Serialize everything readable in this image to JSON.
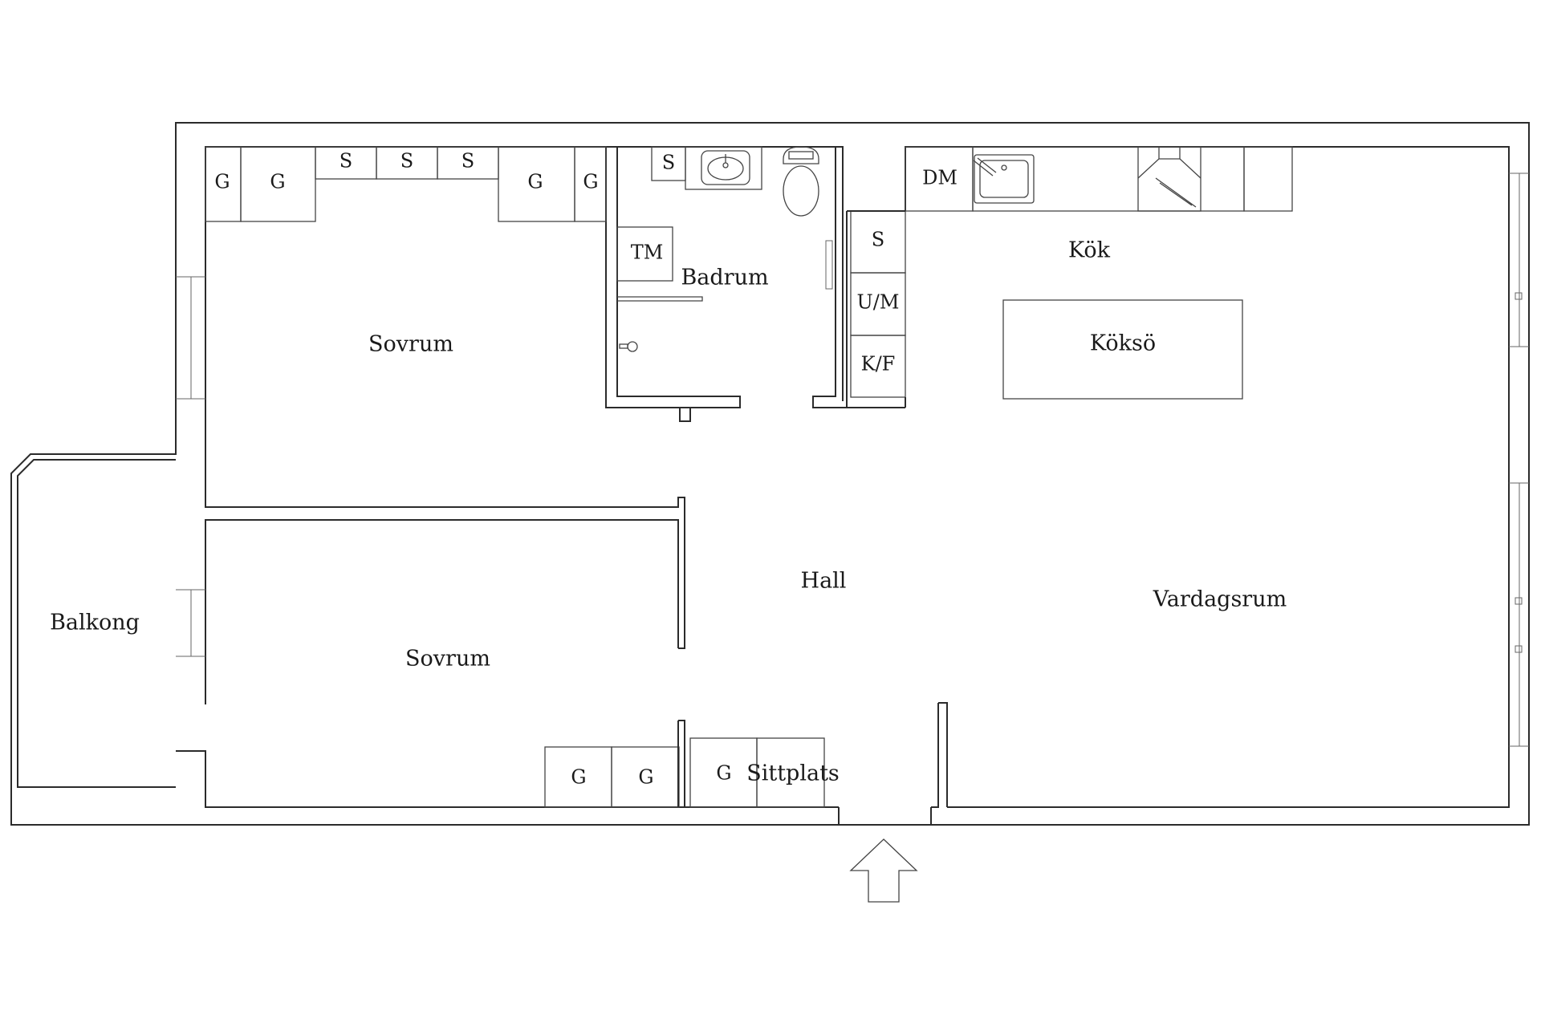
{
  "rooms": {
    "bedroom_upper": "Sovrum",
    "bedroom_lower": "Sovrum",
    "bathroom": "Badrum",
    "kitchen": "Kök",
    "kitchen_island": "Köksö",
    "hall": "Hall",
    "living_room": "Vardagsrum",
    "balcony": "Balkong",
    "seating": "Sittplats"
  },
  "fixtures": {
    "wardrobe": "G",
    "storage": "S",
    "dishwasher": "DM",
    "washing_machine": "TM",
    "microwave_oven": "U/M",
    "fridge_freezer": "K/F"
  },
  "entrance_marker": "arrow-up"
}
